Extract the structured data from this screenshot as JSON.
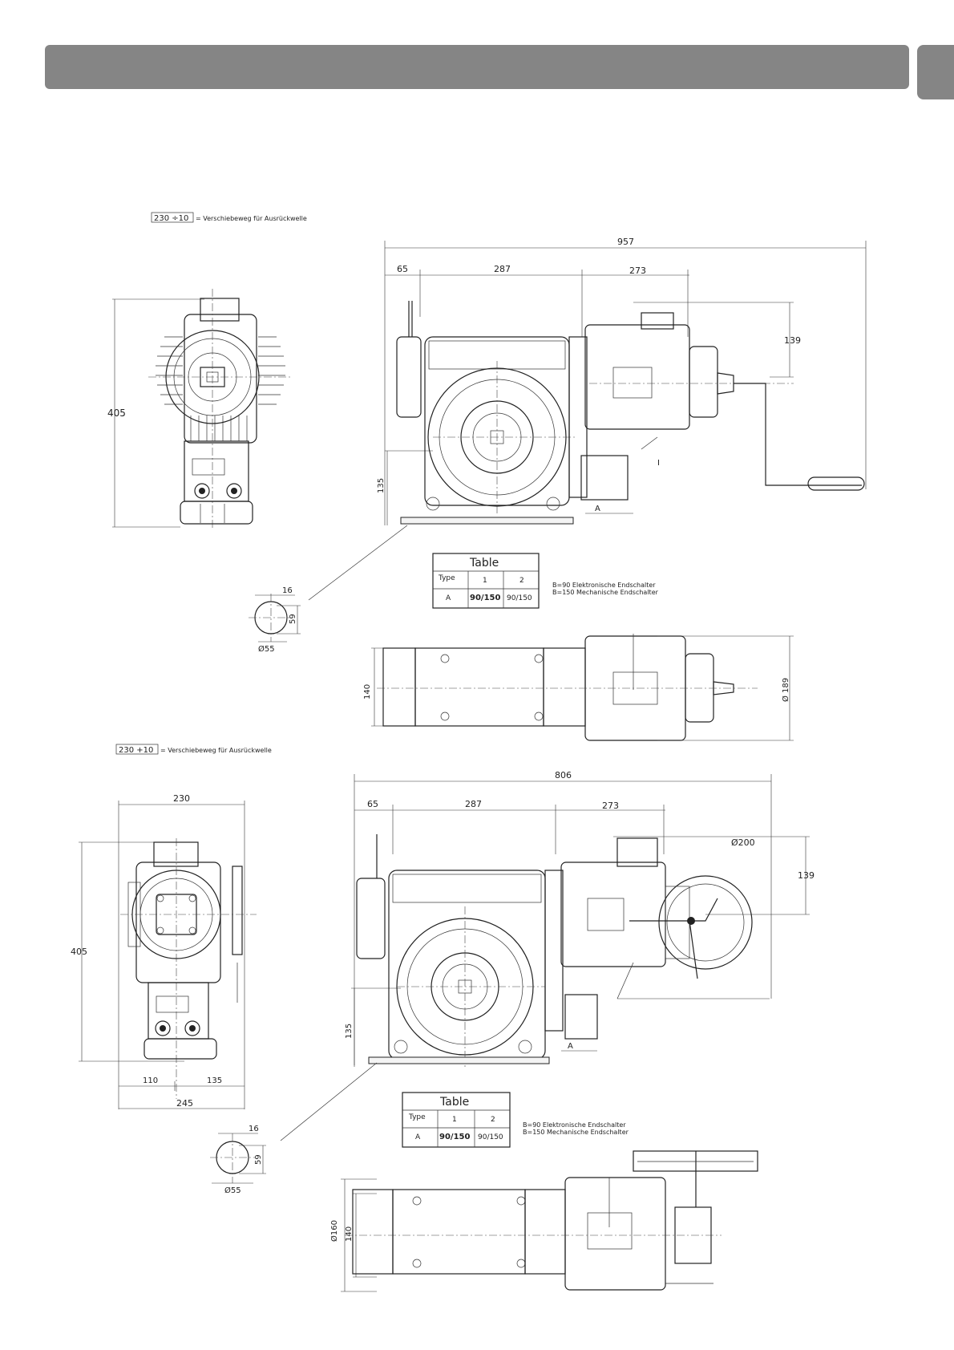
{
  "header": {
    "title": ""
  },
  "drawing1": {
    "stroke_note": {
      "box": "230 ÷10",
      "text": "= Verschiebeweg für Ausrückwelle"
    },
    "front": {
      "height": "405"
    },
    "side": {
      "overall": "957",
      "seg1": "65",
      "seg2": "287",
      "seg3": "273",
      "right_h": "139",
      "bottom_h": "135",
      "label_a": "A",
      "mark_i": "I"
    },
    "detail": {
      "w": "16",
      "h": "59",
      "dia": "Ø55"
    },
    "table": {
      "title": "Table",
      "col0": "Type",
      "col1": "1",
      "col2": "2",
      "row_label": "A",
      "val1": "90/150",
      "val2": "90/150"
    },
    "notes": [
      "B=90 Elektronische Endschalter",
      "B=150 Mechanische Endschalter"
    ],
    "top": {
      "h": "140",
      "dia": "Ø 189"
    }
  },
  "drawing2": {
    "stroke_note": {
      "box": "230 +10",
      "text": "= Verschiebeweg für Ausrückwelle"
    },
    "front": {
      "width": "230",
      "height": "405",
      "bot1": "110",
      "bot2": "135",
      "bot_total": "245"
    },
    "side": {
      "overall": "806",
      "seg1": "65",
      "seg2": "287",
      "seg3": "273",
      "right_h": "139",
      "wheel_dia": "Ø200",
      "bottom_h": "135",
      "label_a": "A"
    },
    "detail": {
      "w": "16",
      "h": "59",
      "dia": "Ø55"
    },
    "table": {
      "title": "Table",
      "col0": "Type",
      "col1": "1",
      "col2": "2",
      "row_label": "A",
      "val1": "90/150",
      "val2": "90/150"
    },
    "notes": [
      "B=90 Elektronische Endschalter",
      "B=150 Mechanische Endschalter"
    ],
    "top": {
      "h": "140",
      "dia": "Ø160"
    }
  }
}
